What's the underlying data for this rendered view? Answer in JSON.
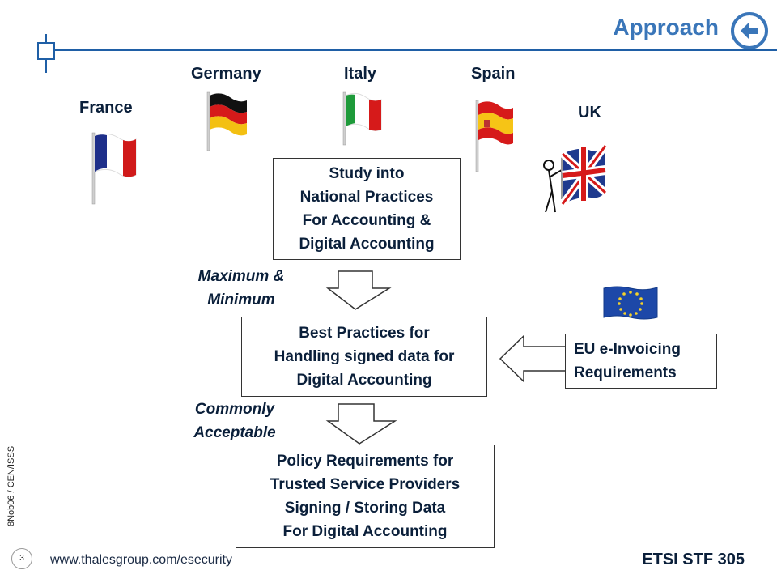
{
  "header": {
    "title": "Approach"
  },
  "countries": {
    "france": "France",
    "germany": "Germany",
    "italy": "Italy",
    "spain": "Spain",
    "uk": "UK"
  },
  "boxes": {
    "study": [
      "Study into",
      "National Practices",
      "For Accounting &",
      "Digital Accounting"
    ],
    "best": [
      "Best Practices for",
      "Handling signed data for",
      "Digital Accounting"
    ],
    "policy": [
      "Policy Requirements for",
      "Trusted Service Providers",
      "Signing / Storing Data",
      "For Digital Accounting"
    ],
    "eu": [
      "EU e-Invoicing",
      "Requirements"
    ]
  },
  "labels": {
    "maxmin": [
      "Maximum &",
      "Minimum"
    ],
    "common": [
      "Commonly",
      "Acceptable"
    ]
  },
  "footer": {
    "vertical": "8Nob06 / CEN/ISSS",
    "page": "3",
    "url": "www.thalesgroup.com/esecurity",
    "right": "ETSI STF 305"
  },
  "colors": {
    "accent": "#3a76b9",
    "line": "#1f5fa6"
  },
  "icons": {
    "back": "back-arrow-icon"
  }
}
